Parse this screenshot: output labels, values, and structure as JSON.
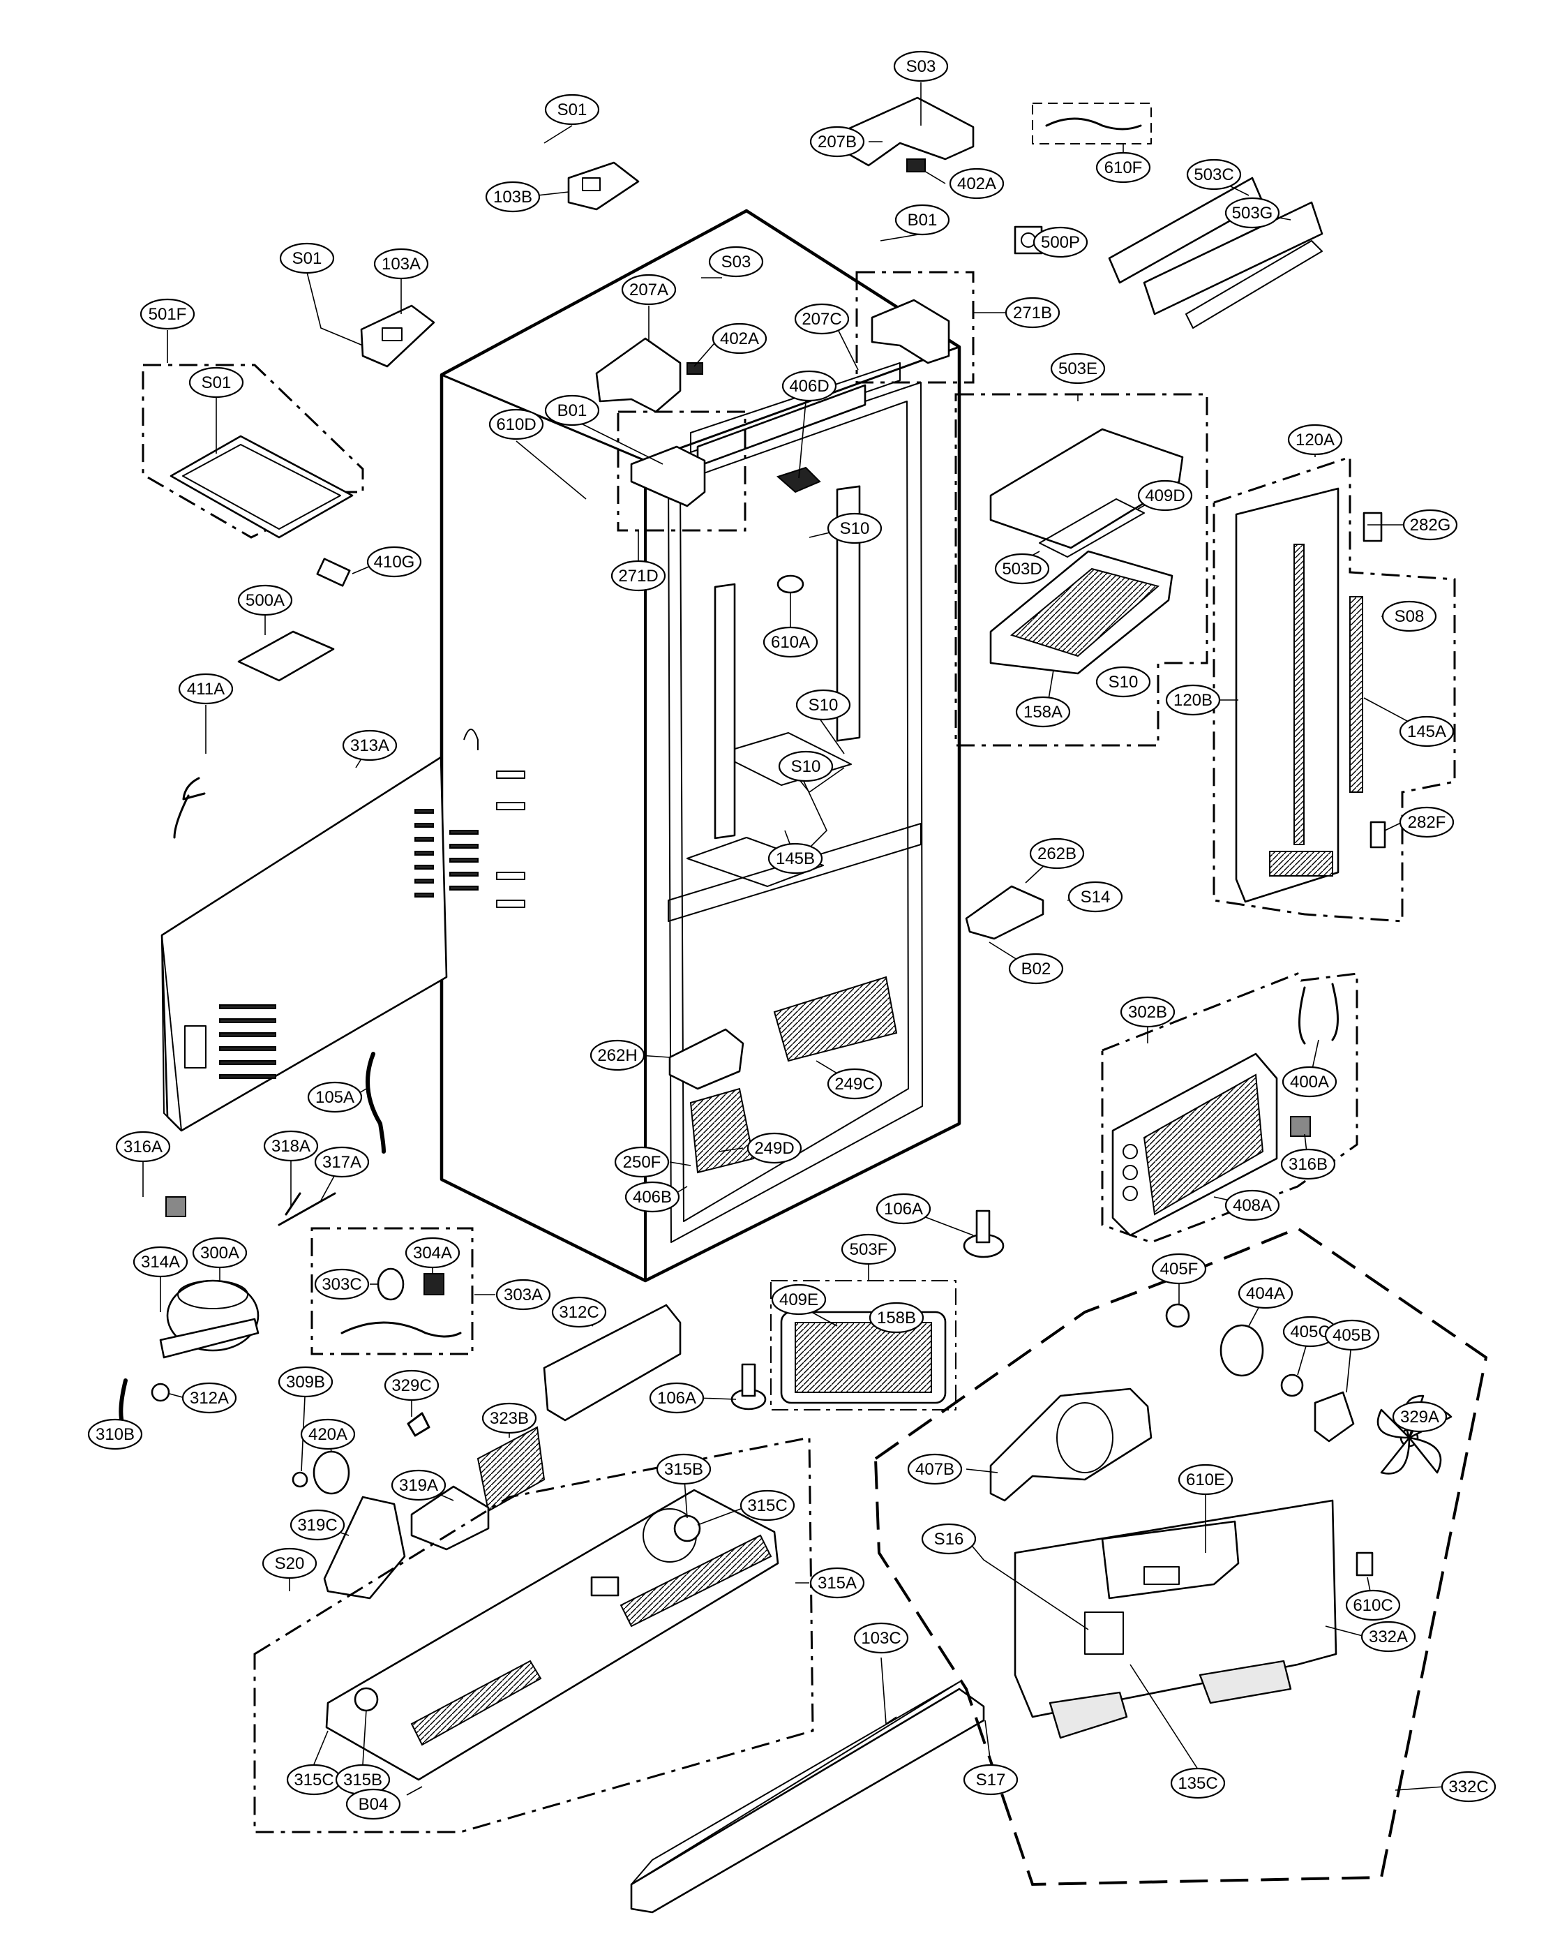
{
  "labels": {
    "S03_top": "S03",
    "207B": "207B",
    "402A_top": "402A",
    "610F": "610F",
    "S01_top": "S01",
    "103B": "103B",
    "B01_top": "B01",
    "500P": "500P",
    "503C": "503C",
    "503G": "503G",
    "S01_left": "S01",
    "103A": "103A",
    "207A": "207A",
    "S03_mid": "S03",
    "501F": "501F",
    "S01_tray": "S01",
    "402A_mid": "402A",
    "207C": "207C",
    "271B": "271B",
    "406D": "406D",
    "B01_mid": "B01",
    "610D": "610D",
    "503E": "503E",
    "120A": "120A",
    "409D": "409D",
    "282G": "282G",
    "S10_a": "S10",
    "271D": "271D",
    "410G": "410G",
    "503D": "503D",
    "S08": "S08",
    "500A": "500A",
    "610A": "610A",
    "S10_b": "S10",
    "158A": "158A",
    "120B": "120B",
    "411A": "411A",
    "S10_c": "S10",
    "313A": "313A",
    "145A": "145A",
    "S10_d": "S10",
    "282F": "282F",
    "145B": "145B",
    "262B": "262B",
    "S14": "S14",
    "B02": "B02",
    "302B": "302B",
    "262H": "262H",
    "105A": "105A",
    "249C": "249C",
    "400A": "400A",
    "316A": "316A",
    "318A": "318A",
    "317A": "317A",
    "250F": "250F",
    "249D": "249D",
    "316B": "316B",
    "406B": "406B",
    "408A": "408A",
    "106A_top": "106A",
    "314A": "314A",
    "300A": "300A",
    "304A": "304A",
    "503F": "503F",
    "405F": "405F",
    "303C": "303C",
    "303A": "303A",
    "409E": "409E",
    "158B": "158B",
    "404A": "404A",
    "312C": "312C",
    "405C": "405C",
    "405B": "405B",
    "309B": "309B",
    "329C": "329C",
    "312A": "312A",
    "106A_bottom": "106A",
    "310B": "310B",
    "420A": "420A",
    "323B": "323B",
    "329A": "329A",
    "315B_top": "315B",
    "407B": "407B",
    "319A": "319A",
    "315C_top": "315C",
    "610E": "610E",
    "319C": "319C",
    "S16": "S16",
    "S20": "S20",
    "315A": "315A",
    "610C": "610C",
    "103C": "103C",
    "332A": "332A",
    "315C_bottom": "315C",
    "315B_bottom": "315B",
    "S17": "S17",
    "135C": "135C",
    "332C": "332C",
    "B04": "B04"
  }
}
